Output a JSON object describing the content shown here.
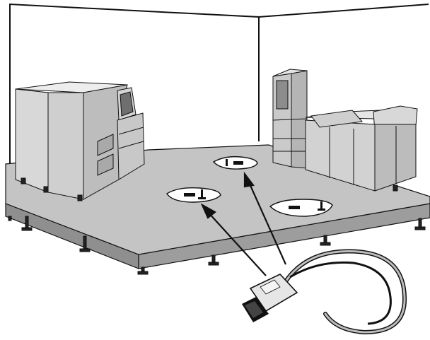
{
  "colors": {
    "background": "#ffffff",
    "line": "#111111",
    "floor_top": "#c4c4c4",
    "floor_edge": "#8f8f8f",
    "machine_light": "#e2e2e2",
    "machine_mid": "#c9c9c9",
    "machine_dark": "#9b9b9b",
    "cutout": "#ffffff"
  },
  "icons": {
    "left_machine": "mainframe-cabinet-icon",
    "right_rack": "equipment-rack-icon",
    "right_machine": "printer-unit-icon",
    "connector": "cable-connector-icon"
  },
  "connector_label": "",
  "floor_cutouts": [
    "cutout-back",
    "cutout-left",
    "cutout-right"
  ],
  "arrows": [
    "arrow-to-left-cutout",
    "arrow-to-back-cutout"
  ]
}
